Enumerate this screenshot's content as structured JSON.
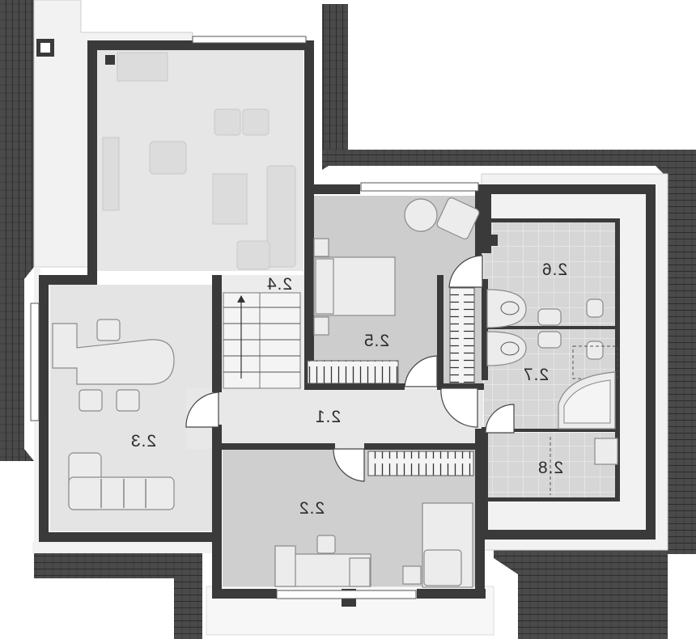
{
  "rooms": {
    "r21": "2.1",
    "r22": "2.2",
    "r23": "2.3",
    "r24": "2.4",
    "r25": "2.5",
    "r26": "2.6",
    "r27": "2.7",
    "r28": "2.8"
  },
  "colors": {
    "roof": "#4a4a4a",
    "wall": "#3a3a3a",
    "floor_light": "#e3e3e3",
    "floor_mid": "#cfcfcf",
    "floor_tile": "#d9d9d9",
    "attic": "#f2f2f2"
  }
}
